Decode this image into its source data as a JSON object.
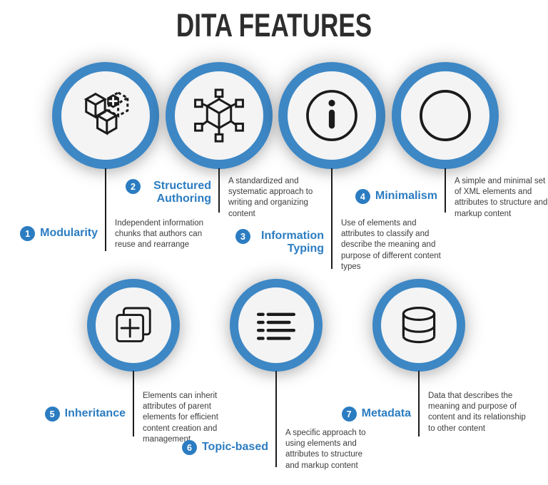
{
  "title": "DITA FEATURES",
  "colors": {
    "accent_blue": "#3d87c5",
    "label_blue": "#2b7cc1",
    "icon_black": "#1b1b1b",
    "text_dark": "#3c3c3c",
    "circle_fill": "#f4f4f4"
  },
  "features": [
    {
      "number": "1",
      "label": "Modularity",
      "description": "Independent information chunks that authors can reuse and rearrange",
      "icon": "modular-cubes-icon"
    },
    {
      "number": "2",
      "label": "Structured Authoring",
      "description": "A standardized and systematic approach to writing and organizing content",
      "icon": "connected-cube-network-icon"
    },
    {
      "number": "3",
      "label": "Information Typing",
      "description": "Use of elements and attributes to classify and describe the meaning and purpose of different content types",
      "icon": "info-circle-icon"
    },
    {
      "number": "4",
      "label": "Minimalism",
      "description": "A simple and minimal set of XML elements and attributes to structure and markup content",
      "icon": "empty-circle-icon"
    },
    {
      "number": "5",
      "label": "Inheritance",
      "description": "Elements can inherit attributes of parent elements for efficient content creation and management",
      "icon": "duplicate-pages-plus-icon"
    },
    {
      "number": "6",
      "label": "Topic-based",
      "description": "A specific approach to using elements and attributes to structure and markup content",
      "icon": "bullet-list-icon"
    },
    {
      "number": "7",
      "label": "Metadata",
      "description": "Data that describes the meaning and purpose of content and its relationship to other content",
      "icon": "database-icon"
    }
  ]
}
